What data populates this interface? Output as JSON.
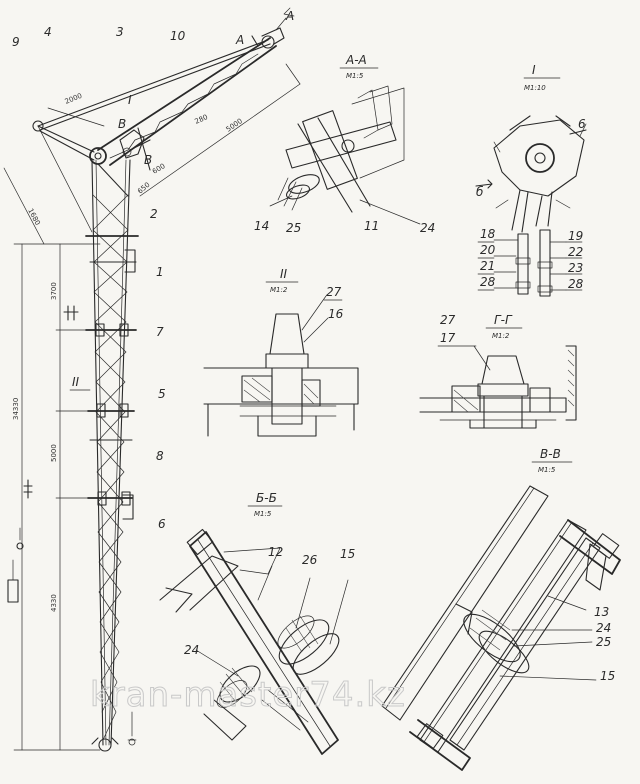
{
  "labels": {
    "main": [
      "9",
      "4",
      "3",
      "10",
      "1",
      "7",
      "5",
      "8",
      "6",
      "2"
    ],
    "view_a": "А",
    "view_b": "В",
    "view_roman": "I",
    "view_roman_small": "I",
    "II": "II",
    "II_side": "II"
  },
  "dims": {
    "d1": "2000",
    "d2": "5000",
    "d3": "1680",
    "d4": "3700",
    "d5": "5000",
    "d6": "4330",
    "d7": "34330",
    "d8": "280",
    "d9": "650",
    "d10": "600"
  },
  "sections": {
    "aa": {
      "title": "А-А",
      "scale": "М1:5",
      "parts": [
        "14",
        "25",
        "11",
        "24"
      ]
    },
    "i": {
      "title": "I",
      "scale": "М1:10",
      "parts": [
        "6",
        "18",
        "20",
        "21",
        "28",
        "19",
        "22",
        "23",
        "28"
      ],
      "arrow": "б"
    },
    "ii": {
      "title": "II",
      "scale": "М1:2",
      "parts": [
        "27",
        "16"
      ]
    },
    "gg": {
      "title": "Г-Г",
      "scale": "М1:2",
      "parts": [
        "27",
        "17"
      ]
    },
    "vv": {
      "title": "В-В",
      "scale": "М1:5",
      "parts": [
        "13",
        "24",
        "25",
        "15"
      ]
    },
    "bb": {
      "title": "Б-Б",
      "scale": "М1:5",
      "parts": [
        "12",
        "26",
        "15",
        "24"
      ]
    }
  },
  "watermark": "kran-master74.kz"
}
